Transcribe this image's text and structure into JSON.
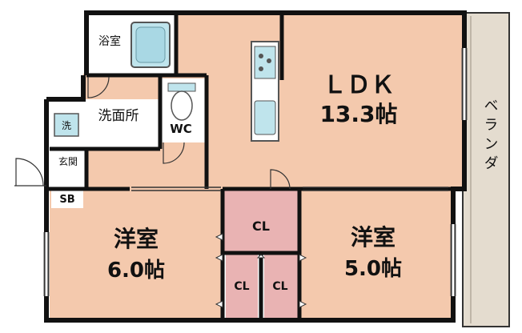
{
  "rooms": {
    "ldk": {
      "name": "ＬＤＫ",
      "size": "13.3帖"
    },
    "western_room_1": {
      "name": "洋室",
      "size": "6.0帖"
    },
    "western_room_2": {
      "name": "洋室",
      "size": "5.0帖"
    },
    "bathroom": {
      "name": "浴室"
    },
    "washroom": {
      "name": "洗面所"
    },
    "washer": {
      "name": "洗"
    },
    "toilet": {
      "name": "WC"
    },
    "entrance": {
      "name": "玄関"
    },
    "shoe_box": {
      "name": "SB"
    },
    "closet_1": {
      "name": "CL"
    },
    "closet_2": {
      "name": "CL"
    },
    "closet_3": {
      "name": "CL"
    },
    "balcony": {
      "name": "ベランダ"
    }
  },
  "colors": {
    "floor": "#f4c9ad",
    "closet": "#e9b3b3",
    "wet_area": "#ffffff",
    "bath_tile": "#bfe4ec",
    "balcony": "#e4dccf",
    "wall": "#111111"
  }
}
